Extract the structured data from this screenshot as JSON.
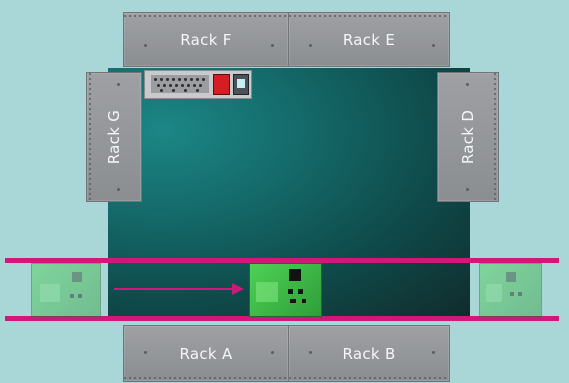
{
  "colors": {
    "background": "#a9d7d8",
    "chamber": "#146767",
    "rack": "#9ea0a3",
    "rail_and_arrow": "#d0177b",
    "board": "#3fbf48",
    "panel_button_red": "#d51e23"
  },
  "racks": {
    "top_left": "Rack F",
    "top_right": "Rack E",
    "left": "Rack G",
    "right": "Rack D",
    "bottom_left": "Rack A",
    "bottom_right": "Rack B"
  },
  "panel": {
    "led_icon": "led-array-icon",
    "red_button_icon": "red-switch-icon",
    "blue_button_icon": "display-button-icon"
  },
  "flow": {
    "arrow_icon": "right-arrow-icon",
    "board_icon": "circuit-board-icon",
    "boards": [
      "faded-entry",
      "active",
      "faded-exit"
    ]
  }
}
